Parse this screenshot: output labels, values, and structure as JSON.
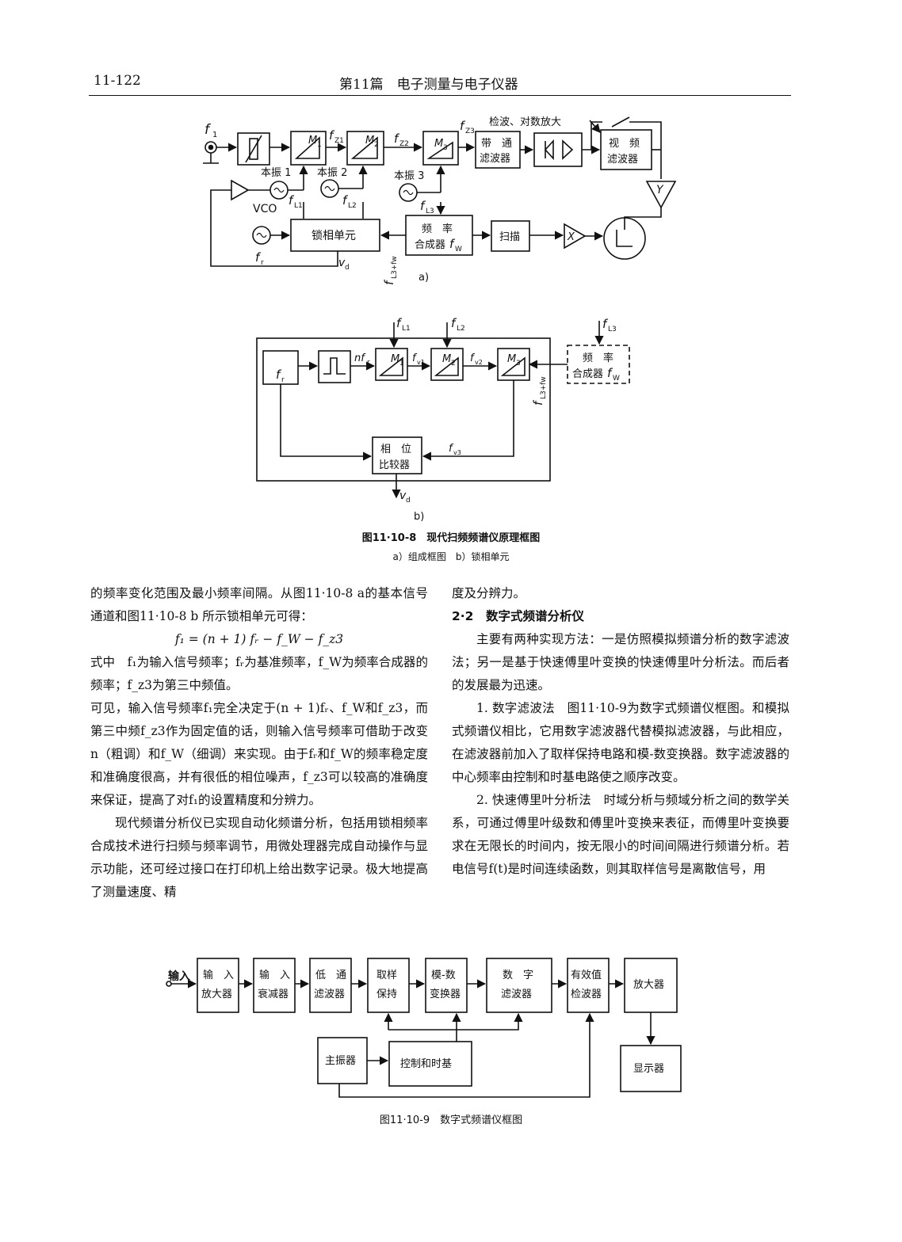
{
  "header": {
    "page_number": "11-122",
    "part_title": "第11篇　电子测量与电子仪器"
  },
  "fig_a": {
    "input": "f",
    "mixer1": "M",
    "mixer2": "M",
    "mixer3": "M",
    "if1": "f",
    "if2": "f",
    "if3": "f",
    "lo1": "本振 1",
    "lo2": "本振 2",
    "lo3": "本振 3",
    "vco": "VCO",
    "fl1": "f",
    "fl2": "f",
    "fl3": "f",
    "ref": "f",
    "bpf": [
      "带　通",
      "滤波器"
    ],
    "det_label": "检波、对数放大",
    "video": [
      "视　频",
      "滤波器"
    ],
    "y": "Y",
    "x": "X",
    "pll": "锁相单元",
    "synth": [
      "频　率",
      "合成器"
    ],
    "synth_fw": "f",
    "sweep": "扫描",
    "vd": "v",
    "fl3fw": "f",
    "label": "a)"
  },
  "fig_b": {
    "fl1": "f",
    "fl2": "f",
    "fl3": "f",
    "ref": "f",
    "nfr": "nf",
    "m1": "M",
    "m2": "M",
    "m3": "M",
    "fv1": "f",
    "fv2": "f",
    "fv3": "f",
    "synth": [
      "频　率",
      "合成器"
    ],
    "synth_fw": "f",
    "fl3fw": "f",
    "comp": [
      "相　位",
      "比较器"
    ],
    "vd": "v",
    "label": "b)"
  },
  "caption1": {
    "title": "图11·10-8　现代扫频频谱仪原理框图",
    "sub": "a）组成框图　b）锁相单元"
  },
  "left_col": [
    "的频率变化范围及最小频率间隔。从图11·10-8 a的基本信号通道和图11·10-8 b 所示锁相单元可得：",
    "f₁ = (n + 1) fᵣ − f_W − f_z3",
    "式中　f₁为输入信号频率；fᵣ为基准频率，f_W为频率合成器的频率；f_z3为第三中频值。",
    "可见，输入信号频率f₁完全决定于(n + 1)fᵣ、f_W和f_z3，而第三中频f_z3作为固定值的话，则输入信号频率可借助于改变n（粗调）和f_W（细调）来实现。由于fᵣ和f_W的频率稳定度和准确度很高，并有很低的相位噪声，f_z3可以较高的准确度来保证，提高了对f₁的设置精度和分辨力。",
    "现代频谱分析仪已实现自动化频谱分析，包括用锁相频率合成技术进行扫频与频率调节，用微处理器完成自动操作与显示功能，还可经过接口在打印机上给出数字记录。极大地提高了测量速度、精"
  ],
  "right_col": {
    "p0": "度及分辨力。",
    "heading": "2·2　数字式频谱分析仪",
    "p1": "主要有两种实现方法：一是仿照模拟频谱分析的数字滤波法；另一是基于快速傅里叶变换的快速傅里叶分析法。而后者的发展最为迅速。",
    "p2": "1. 数字滤波法　图11·10-9为数字式频谱仪框图。和模拟式频谱仪相比，它用数字滤波器代替模拟滤波器，与此相应，在滤波器前加入了取样保持电路和模-数变换器。数字滤波器的中心频率由控制和时基电路使之顺序改变。",
    "p3": "2. 快速傅里叶分析法　时域分析与频域分析之间的数学关系，可通过傅里叶级数和傅里叶变换来表征，而傅里叶变换要求在无限长的时间内，按无限小的时间间隔进行频谱分析。若电信号f(t)是时间连续函数，则其取样信号是离散信号，用"
  },
  "fig_c": {
    "input": "输入",
    "blocks": [
      [
        "输　入",
        "放大器"
      ],
      [
        "输　入",
        "衰减器"
      ],
      [
        "低　通",
        "滤波器"
      ],
      [
        "取样",
        "保持"
      ],
      [
        "模-数",
        "变换器"
      ],
      [
        "数　字",
        "滤波器"
      ],
      [
        "有效值",
        "检波器"
      ],
      [
        "放大器"
      ]
    ],
    "osc": "主振器",
    "ctrl": "控制和时基",
    "disp": "显示器"
  },
  "caption2": "图11·10-9　数字式频谱仪框图"
}
